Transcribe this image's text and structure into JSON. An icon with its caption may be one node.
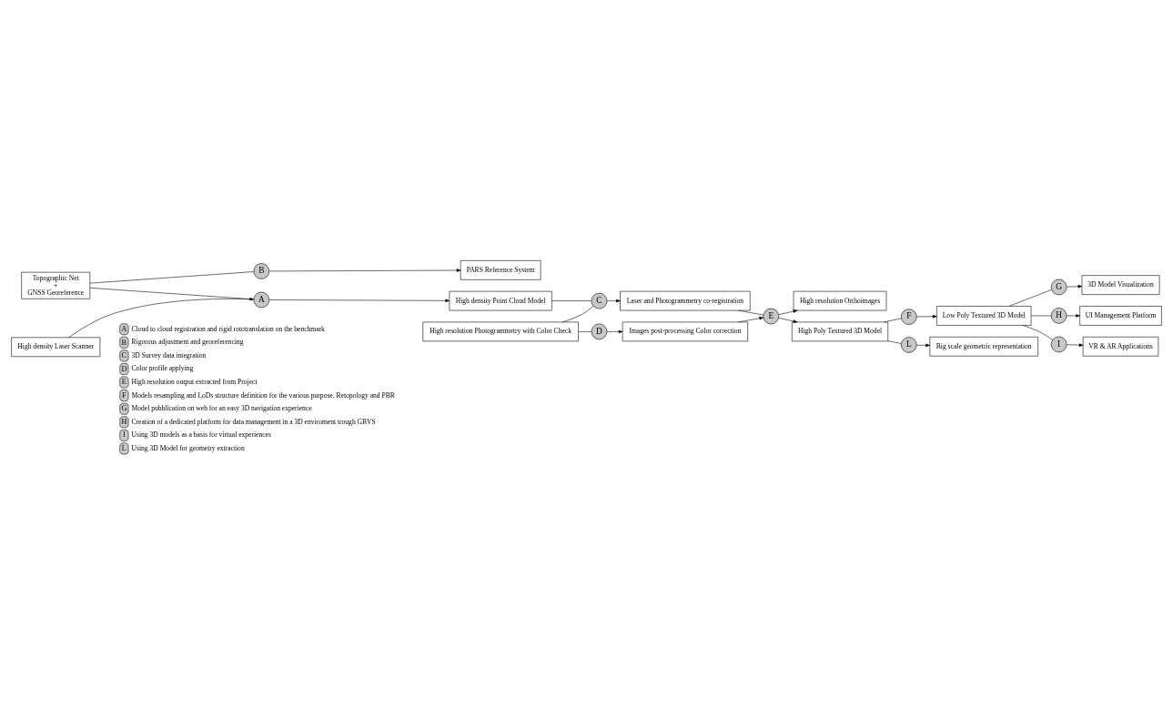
{
  "diagram": {
    "nodes": [
      {
        "text": [
          "Topographic Net",
          "+",
          "GNSS Georeference"
        ]
      },
      {
        "text": [
          "B"
        ]
      },
      {
        "text": [
          "PARS Reference System"
        ]
      },
      {
        "text": [
          "High density Laser Scanner"
        ]
      },
      {
        "text": [
          "A"
        ]
      },
      {
        "text": [
          "High density Point Cloud Model"
        ]
      },
      {
        "text": [
          "High resolution Photogrammetry with Color Check"
        ]
      },
      {
        "text": [
          "C"
        ]
      },
      {
        "text": [
          "D"
        ]
      },
      {
        "text": [
          "Laser and Photogrammetry co-registration"
        ]
      },
      {
        "text": [
          "Images post-processing Color correction"
        ]
      },
      {
        "text": [
          "E"
        ]
      },
      {
        "text": [
          "High resolution Orthoimages"
        ]
      },
      {
        "text": [
          "High Poly Textured 3D Model"
        ]
      },
      {
        "text": [
          "F"
        ]
      },
      {
        "text": [
          "L"
        ]
      },
      {
        "text": [
          "Big scale geometric representation"
        ]
      },
      {
        "text": [
          "Low Poly Textured 3D Model"
        ]
      },
      {
        "text": [
          "G"
        ]
      },
      {
        "text": [
          "H"
        ]
      },
      {
        "text": [
          "I"
        ]
      },
      {
        "text": [
          "3D Model Visualization"
        ]
      },
      {
        "text": [
          "UI Management Platform"
        ]
      },
      {
        "text": [
          "VR & AR Applications"
        ]
      }
    ],
    "edges": [
      {
        "from": 0,
        "to": 1,
        "arrow": "none"
      },
      {
        "from": 1,
        "to": 2,
        "arrow": "to"
      },
      {
        "from": 0,
        "to": 4,
        "arrow": "to"
      },
      {
        "from": 3,
        "to": 4,
        "arrow": "none"
      },
      {
        "from": 4,
        "to": 5,
        "arrow": "to"
      },
      {
        "from": 5,
        "to": 7,
        "arrow": "none"
      },
      {
        "from": 6,
        "to": 7,
        "arrow": "none"
      },
      {
        "from": 7,
        "to": 9,
        "arrow": "to"
      },
      {
        "from": 6,
        "to": 8,
        "arrow": "none"
      },
      {
        "from": 8,
        "to": 10,
        "arrow": "to"
      },
      {
        "from": 9,
        "to": 11,
        "arrow": "none"
      },
      {
        "from": 10,
        "to": 11,
        "arrow": "to"
      },
      {
        "from": 11,
        "to": 12,
        "arrow": "to"
      },
      {
        "from": 11,
        "to": 13,
        "arrow": "to"
      },
      {
        "from": 13,
        "to": 14,
        "arrow": "none"
      },
      {
        "from": 14,
        "to": 17,
        "arrow": "to"
      },
      {
        "from": 13,
        "to": 15,
        "arrow": "none"
      },
      {
        "from": 15,
        "to": 16,
        "arrow": "to"
      },
      {
        "from": 17,
        "to": 18,
        "arrow": "none"
      },
      {
        "from": 18,
        "to": 21,
        "arrow": "to"
      },
      {
        "from": 17,
        "to": 19,
        "arrow": "none"
      },
      {
        "from": 19,
        "to": 22,
        "arrow": "to"
      },
      {
        "from": 17,
        "to": 20,
        "arrow": "none"
      },
      {
        "from": 20,
        "to": 23,
        "arrow": "to"
      }
    ],
    "labels": [
      "A",
      "Cloud to cloud registration and rigid rototranslation on the benchmark",
      "B",
      "Rigorous adjustment and georeferencing",
      "C",
      "3D Survey data integration",
      "D",
      "Color profile applying",
      "E",
      "High resolution output extracted from Project",
      "F",
      "Models resampling and LoDs structure definition for the various purpose. Retopology and PBR",
      "G",
      "Model pubblication on web for an easy 3D navigation experience",
      "H",
      "Creation of a dedicated platform for data management in a 3D enviroment trough GBVS",
      "I",
      "Using 3D models as a basis for virtual experiences",
      "L",
      "Using 3D Model for geometry extraction"
    ]
  }
}
